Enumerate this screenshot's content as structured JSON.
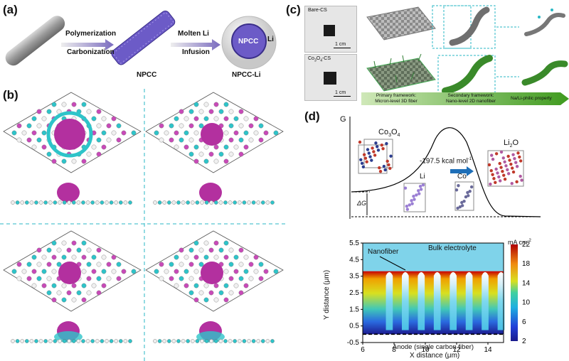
{
  "panel_labels": [
    "(a)",
    "(b)",
    "(c)",
    "(d)"
  ],
  "panel_a": {
    "step1_top": "Polymerization",
    "step1_bottom": "Carbonization",
    "step2_top": "Molten Li",
    "step2_bottom": "Infusion",
    "label_npcc": "NPCC",
    "label_npcc_li": "NPCC-Li",
    "inner_npcc": "NPCC",
    "inner_li": "Li"
  },
  "panel_c": {
    "photo1_label": "Bare-CS",
    "photo2_label_main": "Co",
    "photo2_sub1": "3",
    "photo2_mid": "O",
    "photo2_sub2": "4",
    "photo2_tail": "-CS",
    "scale": "1 cm",
    "bar_primary_1": "Primary framework:",
    "bar_primary_2": "Micron-level 3D fiber",
    "bar_secondary_1": "Secondary framework:",
    "bar_secondary_2": "Nano-level 2D nanofiber",
    "bar_third": "Na/Li-philic property"
  },
  "panel_d_top": {
    "yaxis": "G",
    "co3o4_main": "Co",
    "co3o4_s1": "3",
    "co3o4_mid": "O",
    "co3o4_s2": "4",
    "energy": "-197.5 kcal mol",
    "energy_sup": "-1",
    "li": "Li",
    "co": "Co",
    "li2o_main": "Li",
    "li2o_sub": "2",
    "li2o_tail": "O",
    "delta_g": "ΔG"
  },
  "chart_data": {
    "type": "heatmap",
    "xlabel": "X distance (μm)",
    "ylabel": "Y distance (μm)",
    "x_ticks": [
      6,
      8,
      10,
      12,
      14
    ],
    "y_ticks": [
      5.5,
      4.5,
      3.5,
      2.5,
      1.5,
      0.5,
      -0.5
    ],
    "xlim": [
      6,
      15
    ],
    "ylim": [
      -0.5,
      5.5
    ],
    "colorbar_unit": "mA cm",
    "colorbar_unit_sup": "-2",
    "colorbar_ticks": [
      22,
      18,
      14,
      10,
      6,
      2
    ],
    "annotations": [
      "Nanofiber",
      "Bulk electrolyte",
      "Anode (single carbon fiber)"
    ]
  }
}
